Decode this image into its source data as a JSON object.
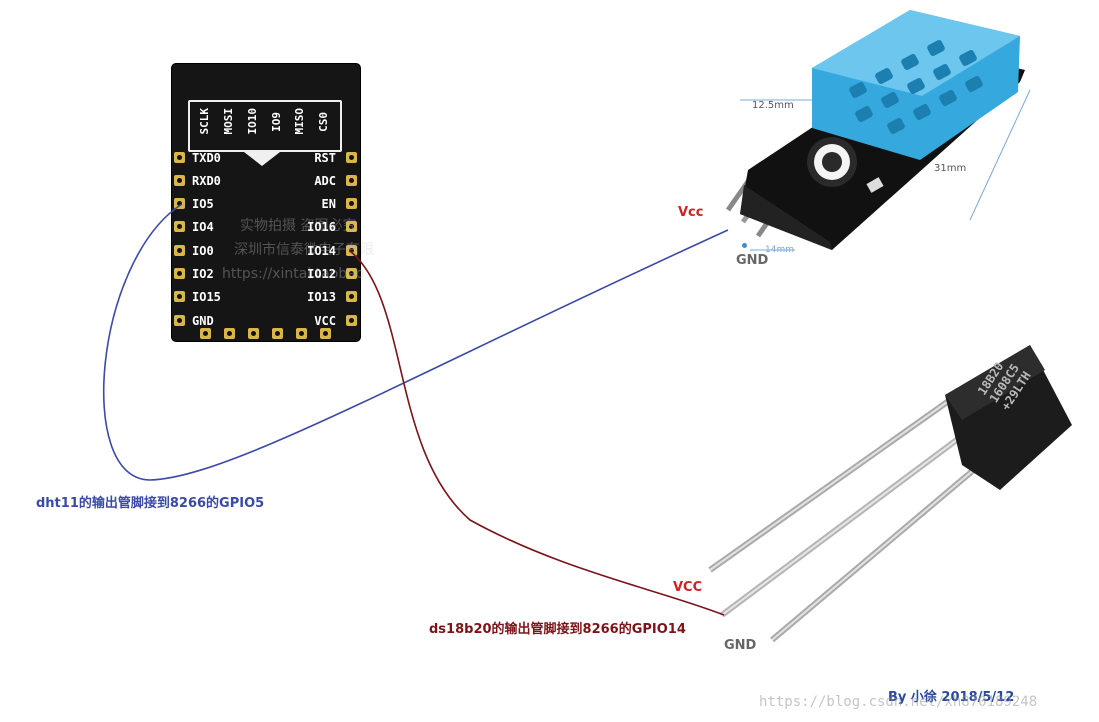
{
  "esp_module": {
    "top_pins": [
      "SCLK",
      "MOSI",
      "IO10",
      "IO9",
      "MISO",
      "CS0"
    ],
    "left_pins": [
      "TXD0",
      "RXD0",
      "IO5",
      "IO4",
      "IO0",
      "IO2",
      "IO15",
      "GND"
    ],
    "right_pins": [
      "RST",
      "ADC",
      "EN",
      "IO16",
      "IO14",
      "IO12",
      "IO13",
      "VCC"
    ],
    "watermark_lines": [
      "实物拍摄 盗图必究",
      "深圳市信泰微电子有限",
      "https://xintai.taobao"
    ]
  },
  "dht11": {
    "dim_height": "12.5mm",
    "dim_length": "31mm",
    "dim_pitch": "14mm",
    "vcc_label": "Vcc",
    "gnd_label": "GND"
  },
  "ds18b20": {
    "marking_lines": [
      "18B20",
      "1608C5",
      "+29LTH"
    ],
    "vcc_label": "VCC",
    "gnd_label": "GND"
  },
  "annotations": {
    "dht11_note": "dht11的输出管脚接到8266的GPIO5",
    "ds18b20_note": "ds18b20的输出管脚接到8266的GPIO14",
    "author": "By 小徐 2018/5/12",
    "watermark": "https://blog.csdn.net/xh870189248"
  },
  "colors": {
    "dht11_wire": "#3b4aa8",
    "ds18b20_wire": "#7a1418",
    "vcc_text": "#cc2222",
    "gnd_text": "#666666",
    "note_blue": "#3a4aa8",
    "note_red": "#7a1418",
    "sensor_blue": "#35a9de"
  }
}
